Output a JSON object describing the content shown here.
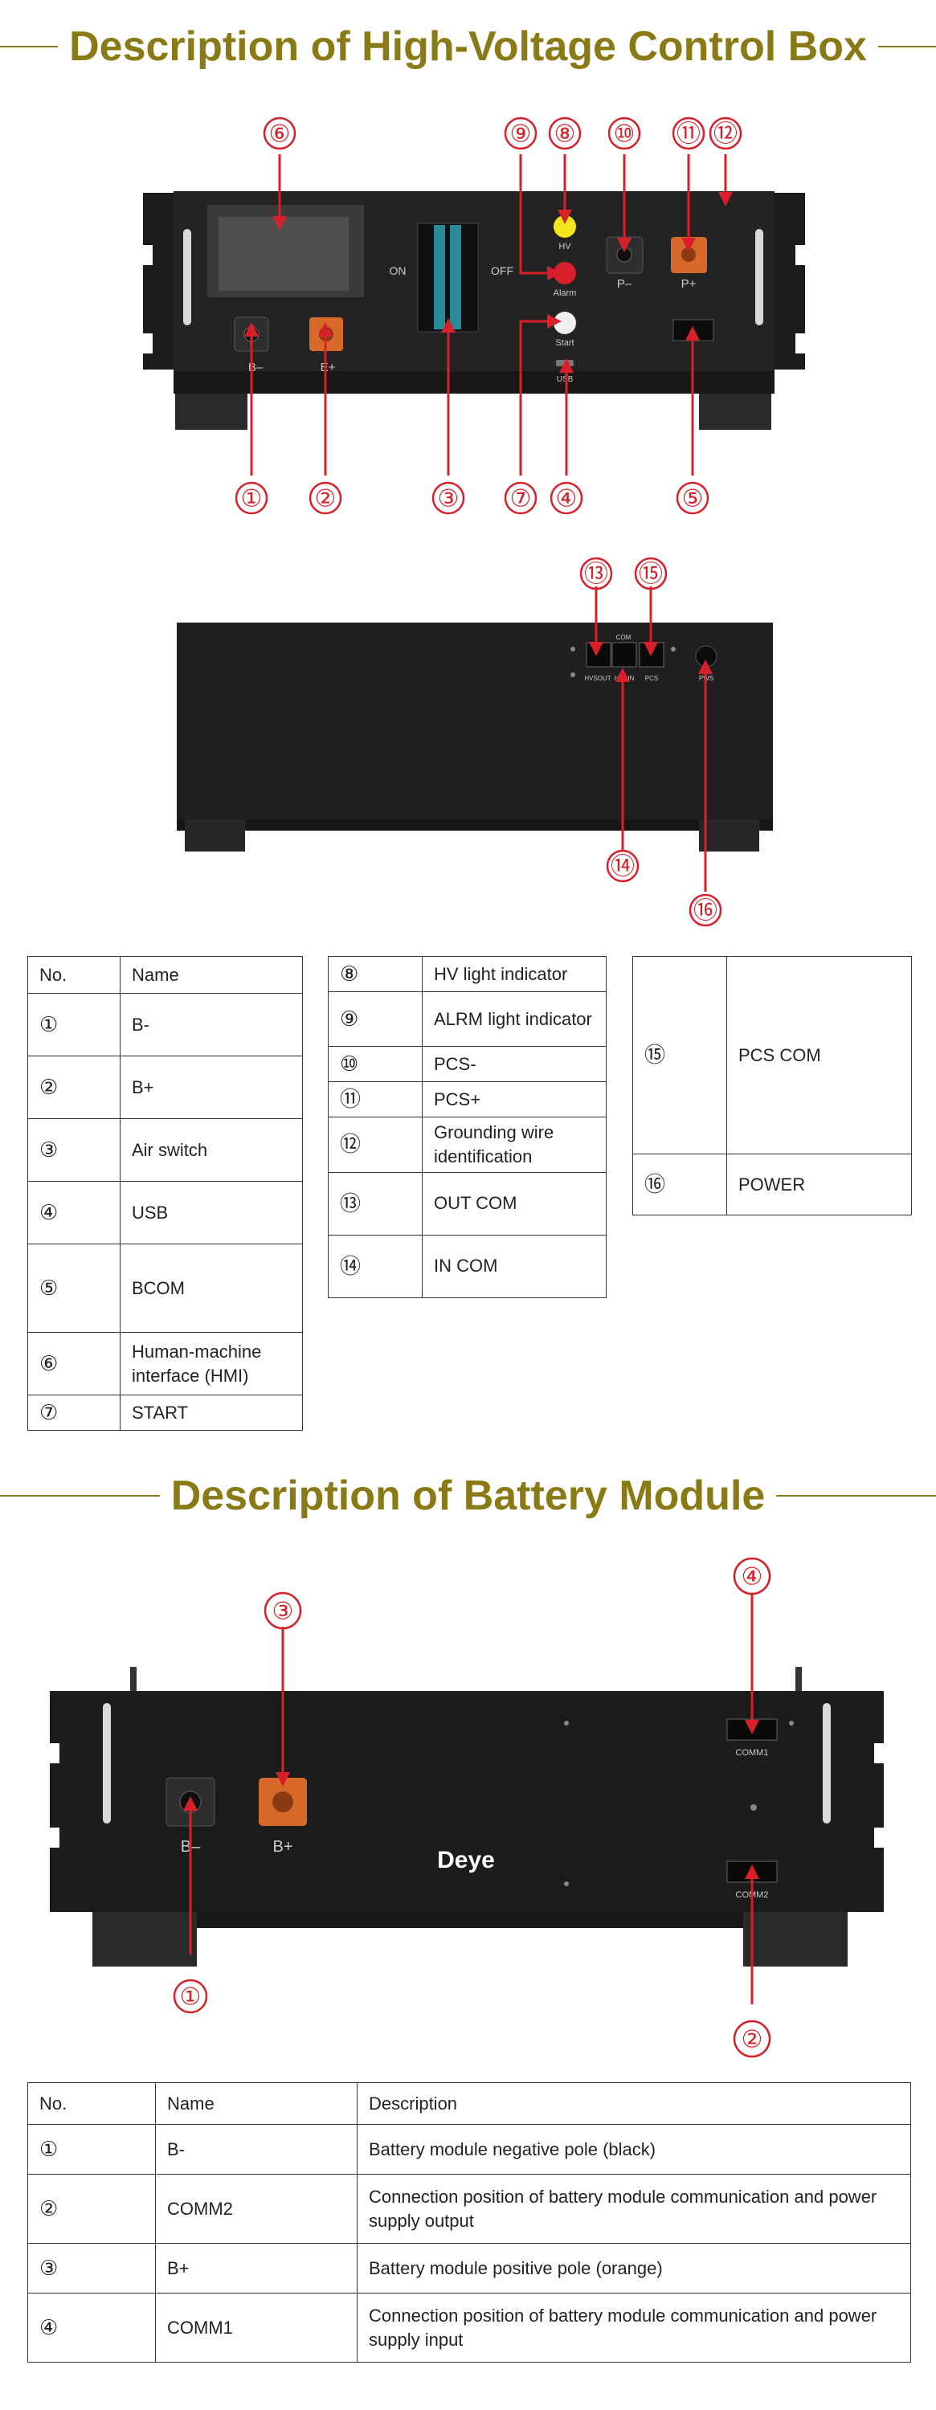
{
  "hv_box": {
    "title": "Description of High-Voltage Control Box",
    "front_labels": {
      "on": "ON",
      "off": "OFF",
      "hv": "HV",
      "alarm": "Alarm",
      "start": "Start",
      "usb": "USB",
      "p_minus": "P–",
      "p_plus": "P+",
      "b_minus": "B–",
      "b_plus": "E+"
    },
    "back_labels": {
      "com": "COM",
      "hvsout": "HVSOUT",
      "hvsin": "HVSIN",
      "pcs": "PCS",
      "pws": "PWS"
    },
    "callouts_front": [
      "①",
      "②",
      "③",
      "④",
      "⑤",
      "⑥",
      "⑦",
      "⑧",
      "⑨",
      "⑩",
      "⑪",
      "⑫"
    ],
    "callouts_back": [
      "⑬",
      "⑭",
      "⑮",
      "⑯"
    ],
    "table1": {
      "headers": [
        "No.",
        "Name"
      ],
      "rows": [
        [
          "①",
          "B-"
        ],
        [
          "②",
          "B+"
        ],
        [
          "③",
          "Air switch"
        ],
        [
          "④",
          "USB"
        ],
        [
          "⑤",
          "BCOM"
        ],
        [
          "⑥",
          "Human-machine interface (HMI)"
        ],
        [
          "⑦",
          "START"
        ]
      ]
    },
    "table2": {
      "rows": [
        [
          "⑧",
          "HV light indicator"
        ],
        [
          "⑨",
          "ALRM light indicator"
        ],
        [
          "⑩",
          "PCS-"
        ],
        [
          "⑪",
          "PCS+"
        ],
        [
          "⑫",
          "Grounding wire identification"
        ],
        [
          "⑬",
          "OUT COM"
        ],
        [
          "⑭",
          "IN COM"
        ]
      ]
    },
    "table3": {
      "rows": [
        [
          "⑮",
          "PCS COM"
        ],
        [
          "⑯",
          "POWER"
        ]
      ]
    }
  },
  "battery": {
    "title": "Description of Battery Module",
    "labels": {
      "b_minus": "B–",
      "b_plus": "B+",
      "comm1": "COMM1",
      "comm2": "COMM2",
      "brand": "Deye"
    },
    "callouts": [
      "①",
      "②",
      "③",
      "④"
    ],
    "table": {
      "headers": [
        "No.",
        "Name",
        "Description"
      ],
      "rows": [
        [
          "①",
          "B-",
          "Battery module negative pole (black)"
        ],
        [
          "②",
          "COMM2",
          "Connection position of battery module communication and power supply output"
        ],
        [
          "③",
          "B+",
          "Battery module positive pole (orange)"
        ],
        [
          "④",
          "COMM1",
          "Connection position of battery module communication and power supply input"
        ]
      ]
    }
  },
  "colors": {
    "accent_title": "#8a7a16",
    "callout_red": "#d8202a",
    "device_body": "#1c1c1c",
    "orange_terminal": "#d8692a"
  }
}
